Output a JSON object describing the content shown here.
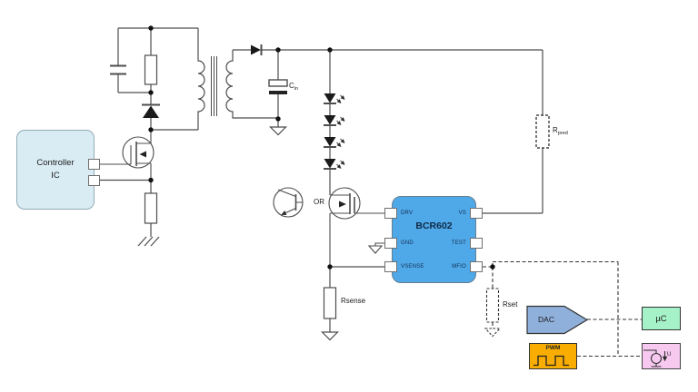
{
  "controller_ic": {
    "line1": "Controller",
    "line2": "IC"
  },
  "bcr602": {
    "label": "BCR602",
    "pins_left": [
      "DRV",
      "GND",
      "VSENSE"
    ],
    "pins_right": [
      "VS",
      "TEST",
      "MFIO"
    ]
  },
  "components": {
    "cin": {
      "base": "C",
      "sub": "in"
    },
    "rpred": {
      "base": "R",
      "sub": "pred"
    },
    "rsense": "Rsense",
    "rset": "Rset",
    "or_label": "OR",
    "voltage_label": "U"
  },
  "blocks": {
    "dac": "DAC",
    "pwm": "PWM",
    "uc": "µC"
  },
  "colors": {
    "wire": "#4d4d4d",
    "bcr602_fill": "#4fa8e8",
    "controller_fill": "#d9ecf4",
    "dac_fill": "#8fb0db",
    "pwm_fill": "#f9ad00",
    "uc_fill": "#a6f2c8",
    "meter_fill": "#f7c9f1"
  }
}
